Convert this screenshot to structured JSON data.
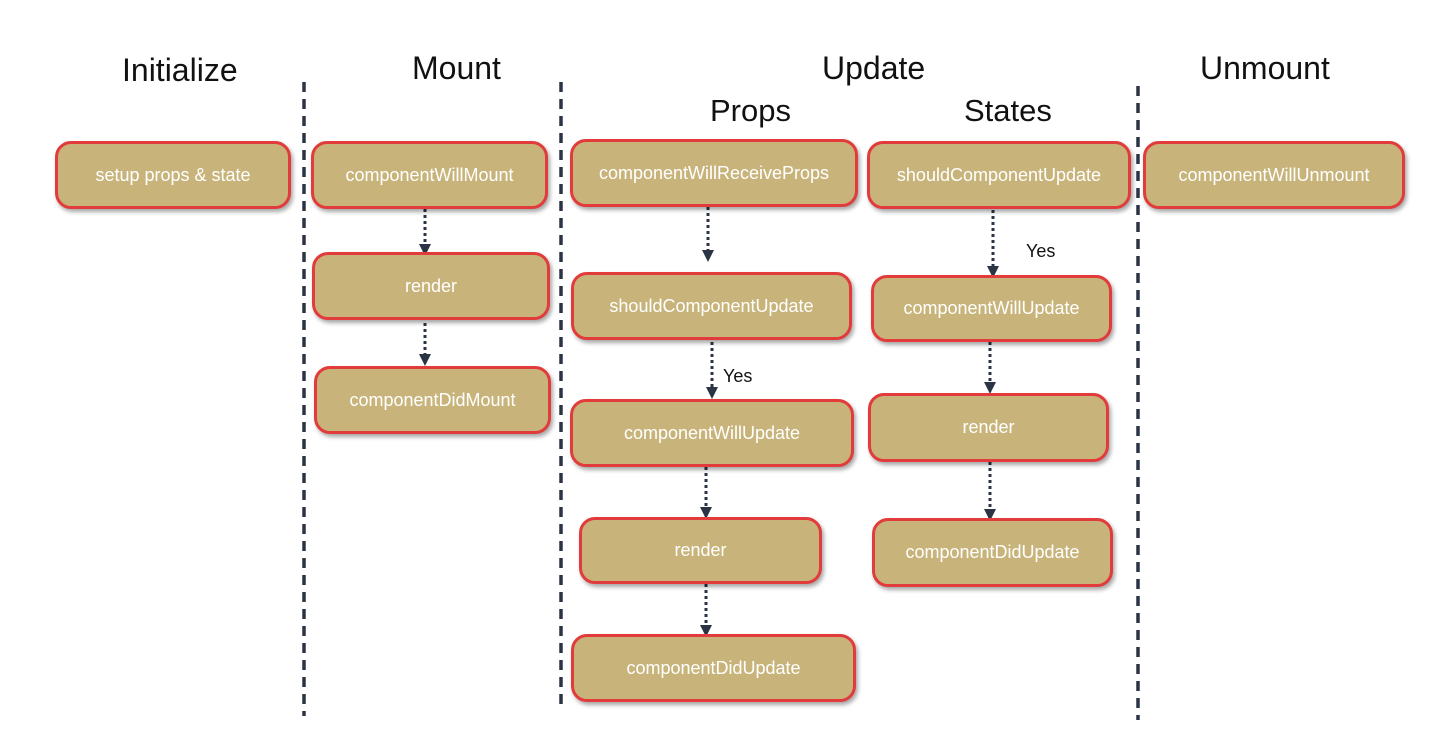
{
  "phases": {
    "initialize": "Initialize",
    "mount": "Mount",
    "update": "Update",
    "unmount": "Unmount"
  },
  "update_subphases": {
    "props": "Props",
    "states": "States"
  },
  "initialize_nodes": [
    "setup props & state"
  ],
  "mount_nodes": [
    "componentWillMount",
    "render",
    "componentDidMount"
  ],
  "props_nodes": [
    "componentWillReceiveProps",
    "shouldComponentUpdate",
    "componentWillUpdate",
    "render",
    "componentDidUpdate"
  ],
  "states_nodes": [
    "shouldComponentUpdate",
    "componentWillUpdate",
    "render",
    "componentDidUpdate"
  ],
  "unmount_nodes": [
    "componentWillUnmount"
  ],
  "yes_label": "Yes",
  "colors": {
    "node_fill": "#c8b47a",
    "node_border": "#e23b3b",
    "divider": "#2b3444",
    "arrow": "#2b3444"
  }
}
